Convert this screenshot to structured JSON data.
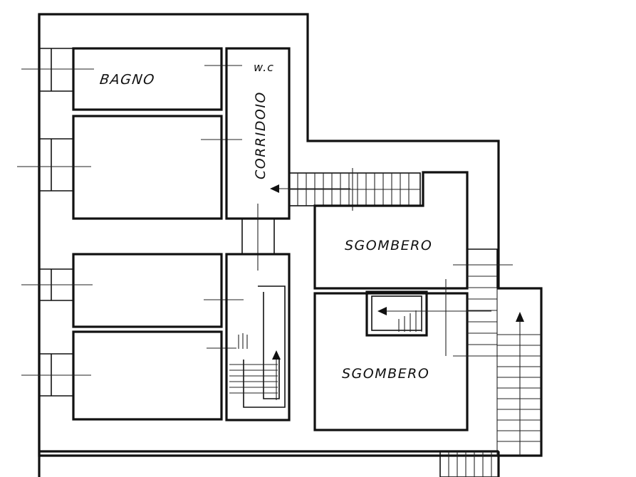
{
  "rooms": {
    "bagno": "BAGNO",
    "corridoio": "CORRIDOIO",
    "sgombero_upper": "SGOMBERO",
    "sgombero_lower": "SGOMBERO",
    "wc_mark": "w.c"
  },
  "colors": {
    "ink": "#111111",
    "paper": "#ffffff"
  }
}
